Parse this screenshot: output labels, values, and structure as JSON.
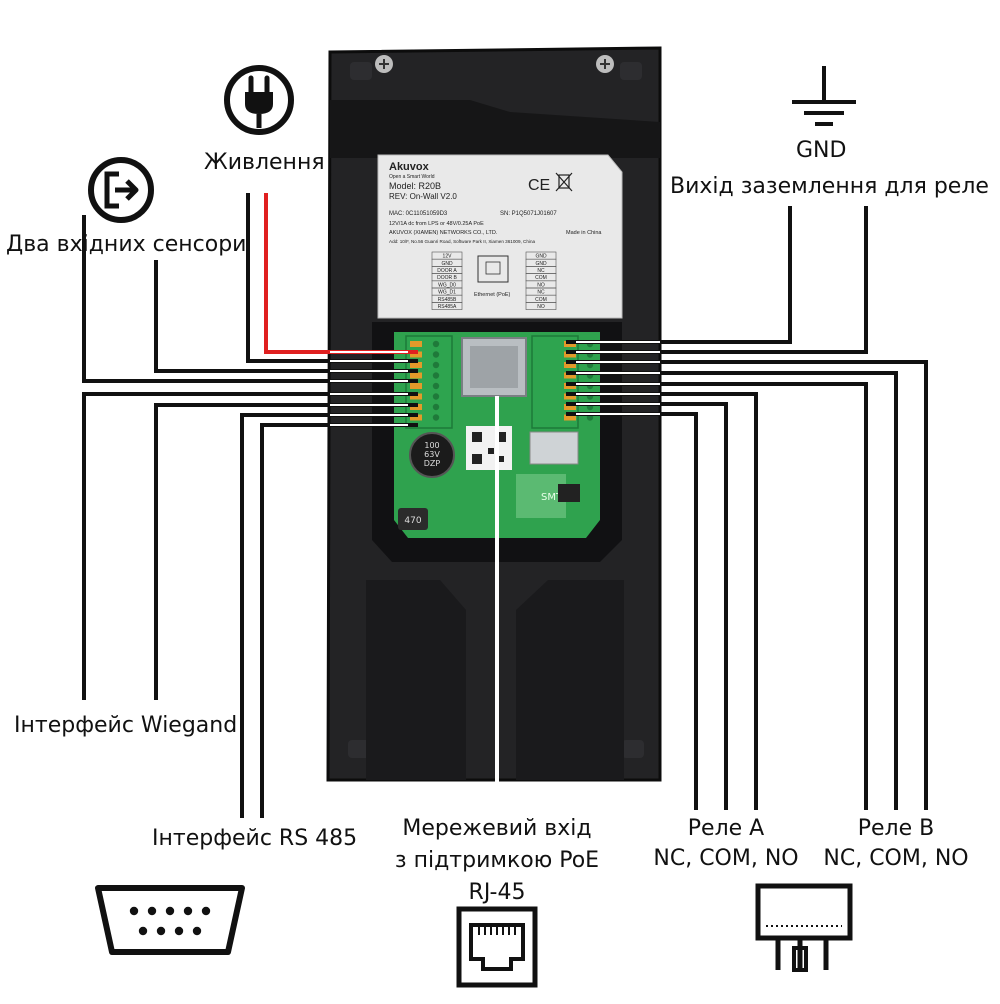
{
  "colors": {
    "device_body": "#232325",
    "device_band": "#151516",
    "sticker": "#e9e9e9",
    "pcb": "#2fa24e",
    "terminal": "#2ea44f",
    "power_wire": "#e02020",
    "signal_wire": "#111111",
    "rj45_port": "#b9bec2"
  },
  "labels": {
    "power": "Живлення",
    "gnd": "GND",
    "relay_ground": "Вихід заземлення для реле",
    "two_sensors": "Два вхідних сенсори",
    "wiegand": "Інтерфейс Wiegand",
    "rs485": "Інтерфейс RS 485",
    "network_line1": "Мережевий вхід",
    "network_line2": "з підтримкою PoE",
    "rj45": "RJ-45",
    "relay_a_line1": "Реле A",
    "relay_a_line2": "NC, COM, NO",
    "relay_b_line1": "Реле B",
    "relay_b_line2": "NC, COM, NO"
  },
  "icons": {
    "power": "power-plug-icon",
    "gnd": "ground-symbol-icon",
    "sensor": "exit-door-icon",
    "rs485": "db9-connector-icon",
    "rj45": "ethernet-port-icon",
    "relay": "relay-icon"
  },
  "sticker": {
    "brand": "Akuvox",
    "tagline": "Open a Smart World",
    "model": "Model:  R20B",
    "rev": "REV:  On-Wall V2.0",
    "mac": "MAC: 0C11051059D3",
    "sn": "SN:   P1Q5071J01607",
    "power_spec": "12V/1A dc from LPS or 48V/0.25A PoE",
    "company": "AKUVOX (XIAMEN) NETWORKS CO., LTD.",
    "made_in": "Made in China",
    "address": "Add: 10/F, No.56 Guanri Road, Software Park II, Xiamen 361009, China",
    "marks": "CE",
    "left_pins": [
      "12V",
      "GND",
      "DOOR A",
      "DOOR B",
      "WG_D0",
      "WG_D1",
      "RS485B",
      "RS485A"
    ],
    "right_pins": [
      "GND",
      "GND",
      "NC",
      "COM",
      "NO",
      "NC",
      "COM",
      "NO"
    ],
    "ethernet_caption": "Ethernet (PoE)"
  },
  "board": {
    "capacitor": "100\n63V\nDZP",
    "inductor": "470",
    "chip_text": "SMT"
  }
}
